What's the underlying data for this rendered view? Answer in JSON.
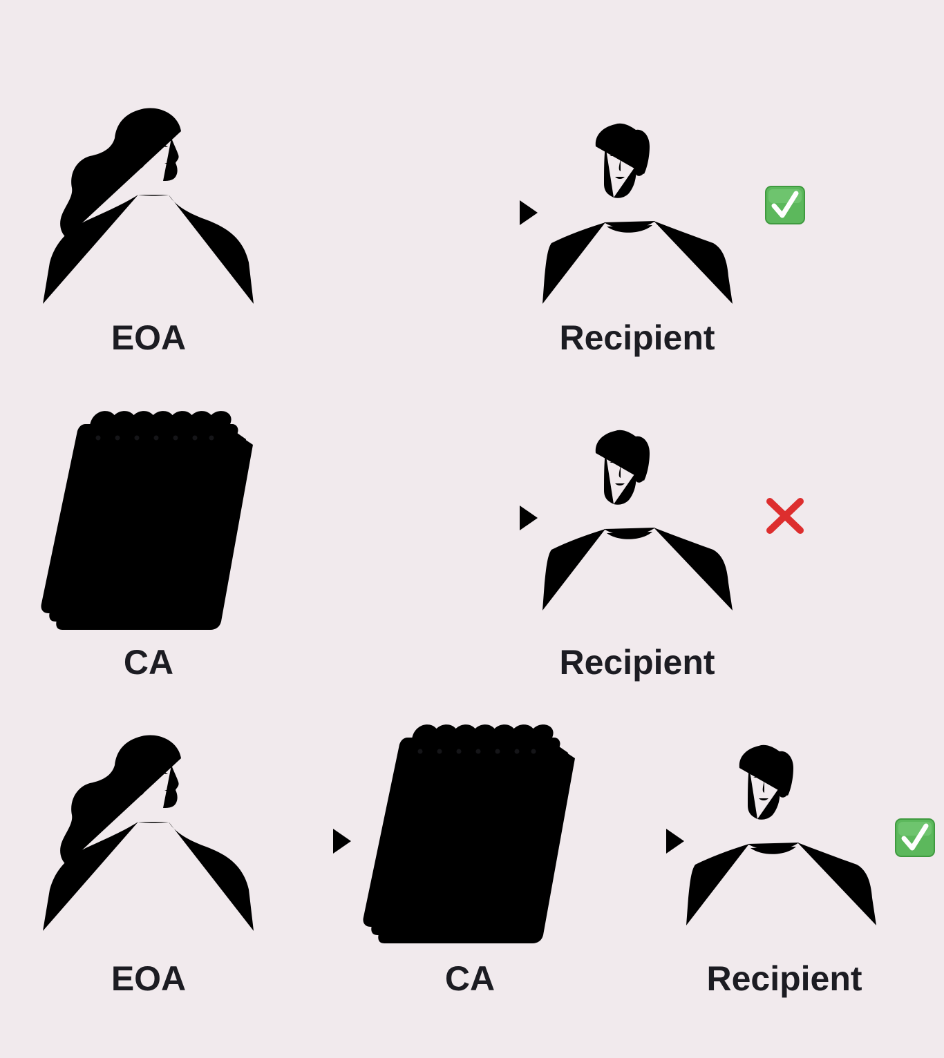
{
  "rows": [
    {
      "from_label": "EOA",
      "to_label": "Recipient",
      "result": "allowed",
      "result_icon": "check-mark-icon",
      "result_color": "#5cb85c"
    },
    {
      "from_label": "CA",
      "to_label": "Recipient",
      "result": "blocked",
      "result_icon": "cross-mark-icon",
      "result_color": "#dd2e2e"
    },
    {
      "from_label": "EOA",
      "via_label": "CA",
      "to_label": "Recipient",
      "result": "allowed",
      "result_icon": "check-mark-icon",
      "result_color": "#5cb85c"
    }
  ],
  "colors": {
    "background": "#f1eaed",
    "ink": "#18181d"
  }
}
